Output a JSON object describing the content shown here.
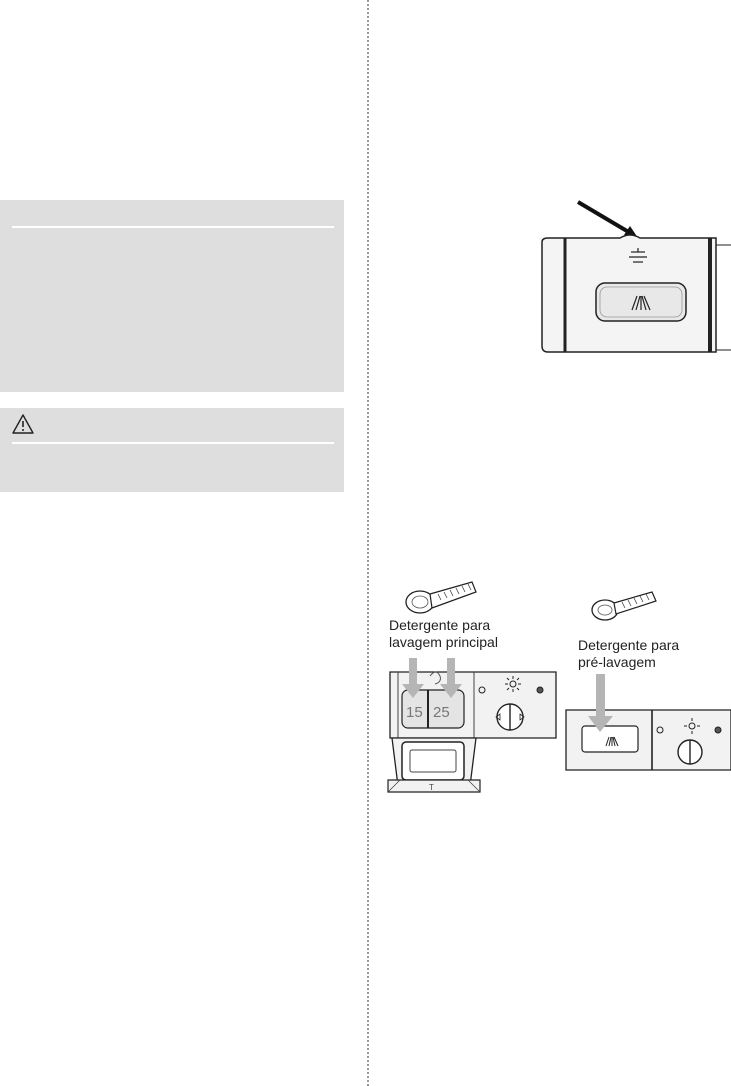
{
  "figure2": {
    "main_wash_label_line1": "Detergente para",
    "main_wash_label_line2": "lavagem principal",
    "prewash_label_line1": "Detergente para",
    "prewash_label_line2": "pré-lavagem",
    "mark_15": "15",
    "mark_25": "25"
  },
  "icons": {
    "warning": "warning-triangle-icon",
    "prewash_symbol": "prewash-symbol-icon",
    "rinse_aid_symbol": "sun-icon"
  },
  "colors": {
    "note_bg": "#dedede",
    "arrow_gray": "#b5b5b5"
  }
}
